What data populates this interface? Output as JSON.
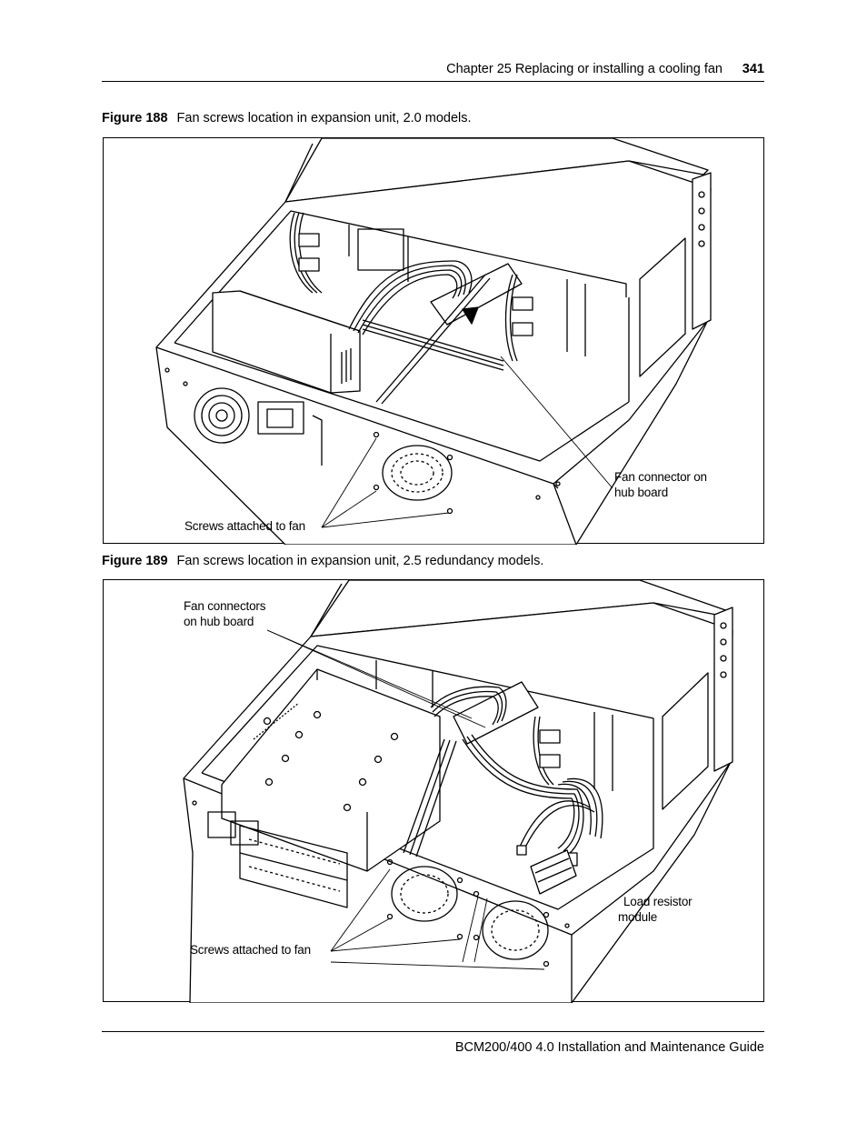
{
  "header": {
    "chapter": "Chapter 25  Replacing or installing a cooling fan",
    "page_number": "341"
  },
  "figure188": {
    "number": "Figure 188",
    "caption": "Fan screws location in expansion unit, 2.0 models.",
    "labels": {
      "fan_connector_line1": "Fan connector on",
      "fan_connector_line2": "hub board",
      "screws": "Screws attached to fan"
    }
  },
  "figure189": {
    "number": "Figure 189",
    "caption": "Fan screws location in expansion unit, 2.5 redundancy models.",
    "labels": {
      "fan_connectors_line1": "Fan connectors",
      "fan_connectors_line2": "on hub board",
      "load_resistor_line1": "Load resistor",
      "load_resistor_line2": "module",
      "screws": "Screws attached to fan"
    }
  },
  "footer": {
    "guide_title": "BCM200/400 4.0 Installation and Maintenance Guide"
  }
}
